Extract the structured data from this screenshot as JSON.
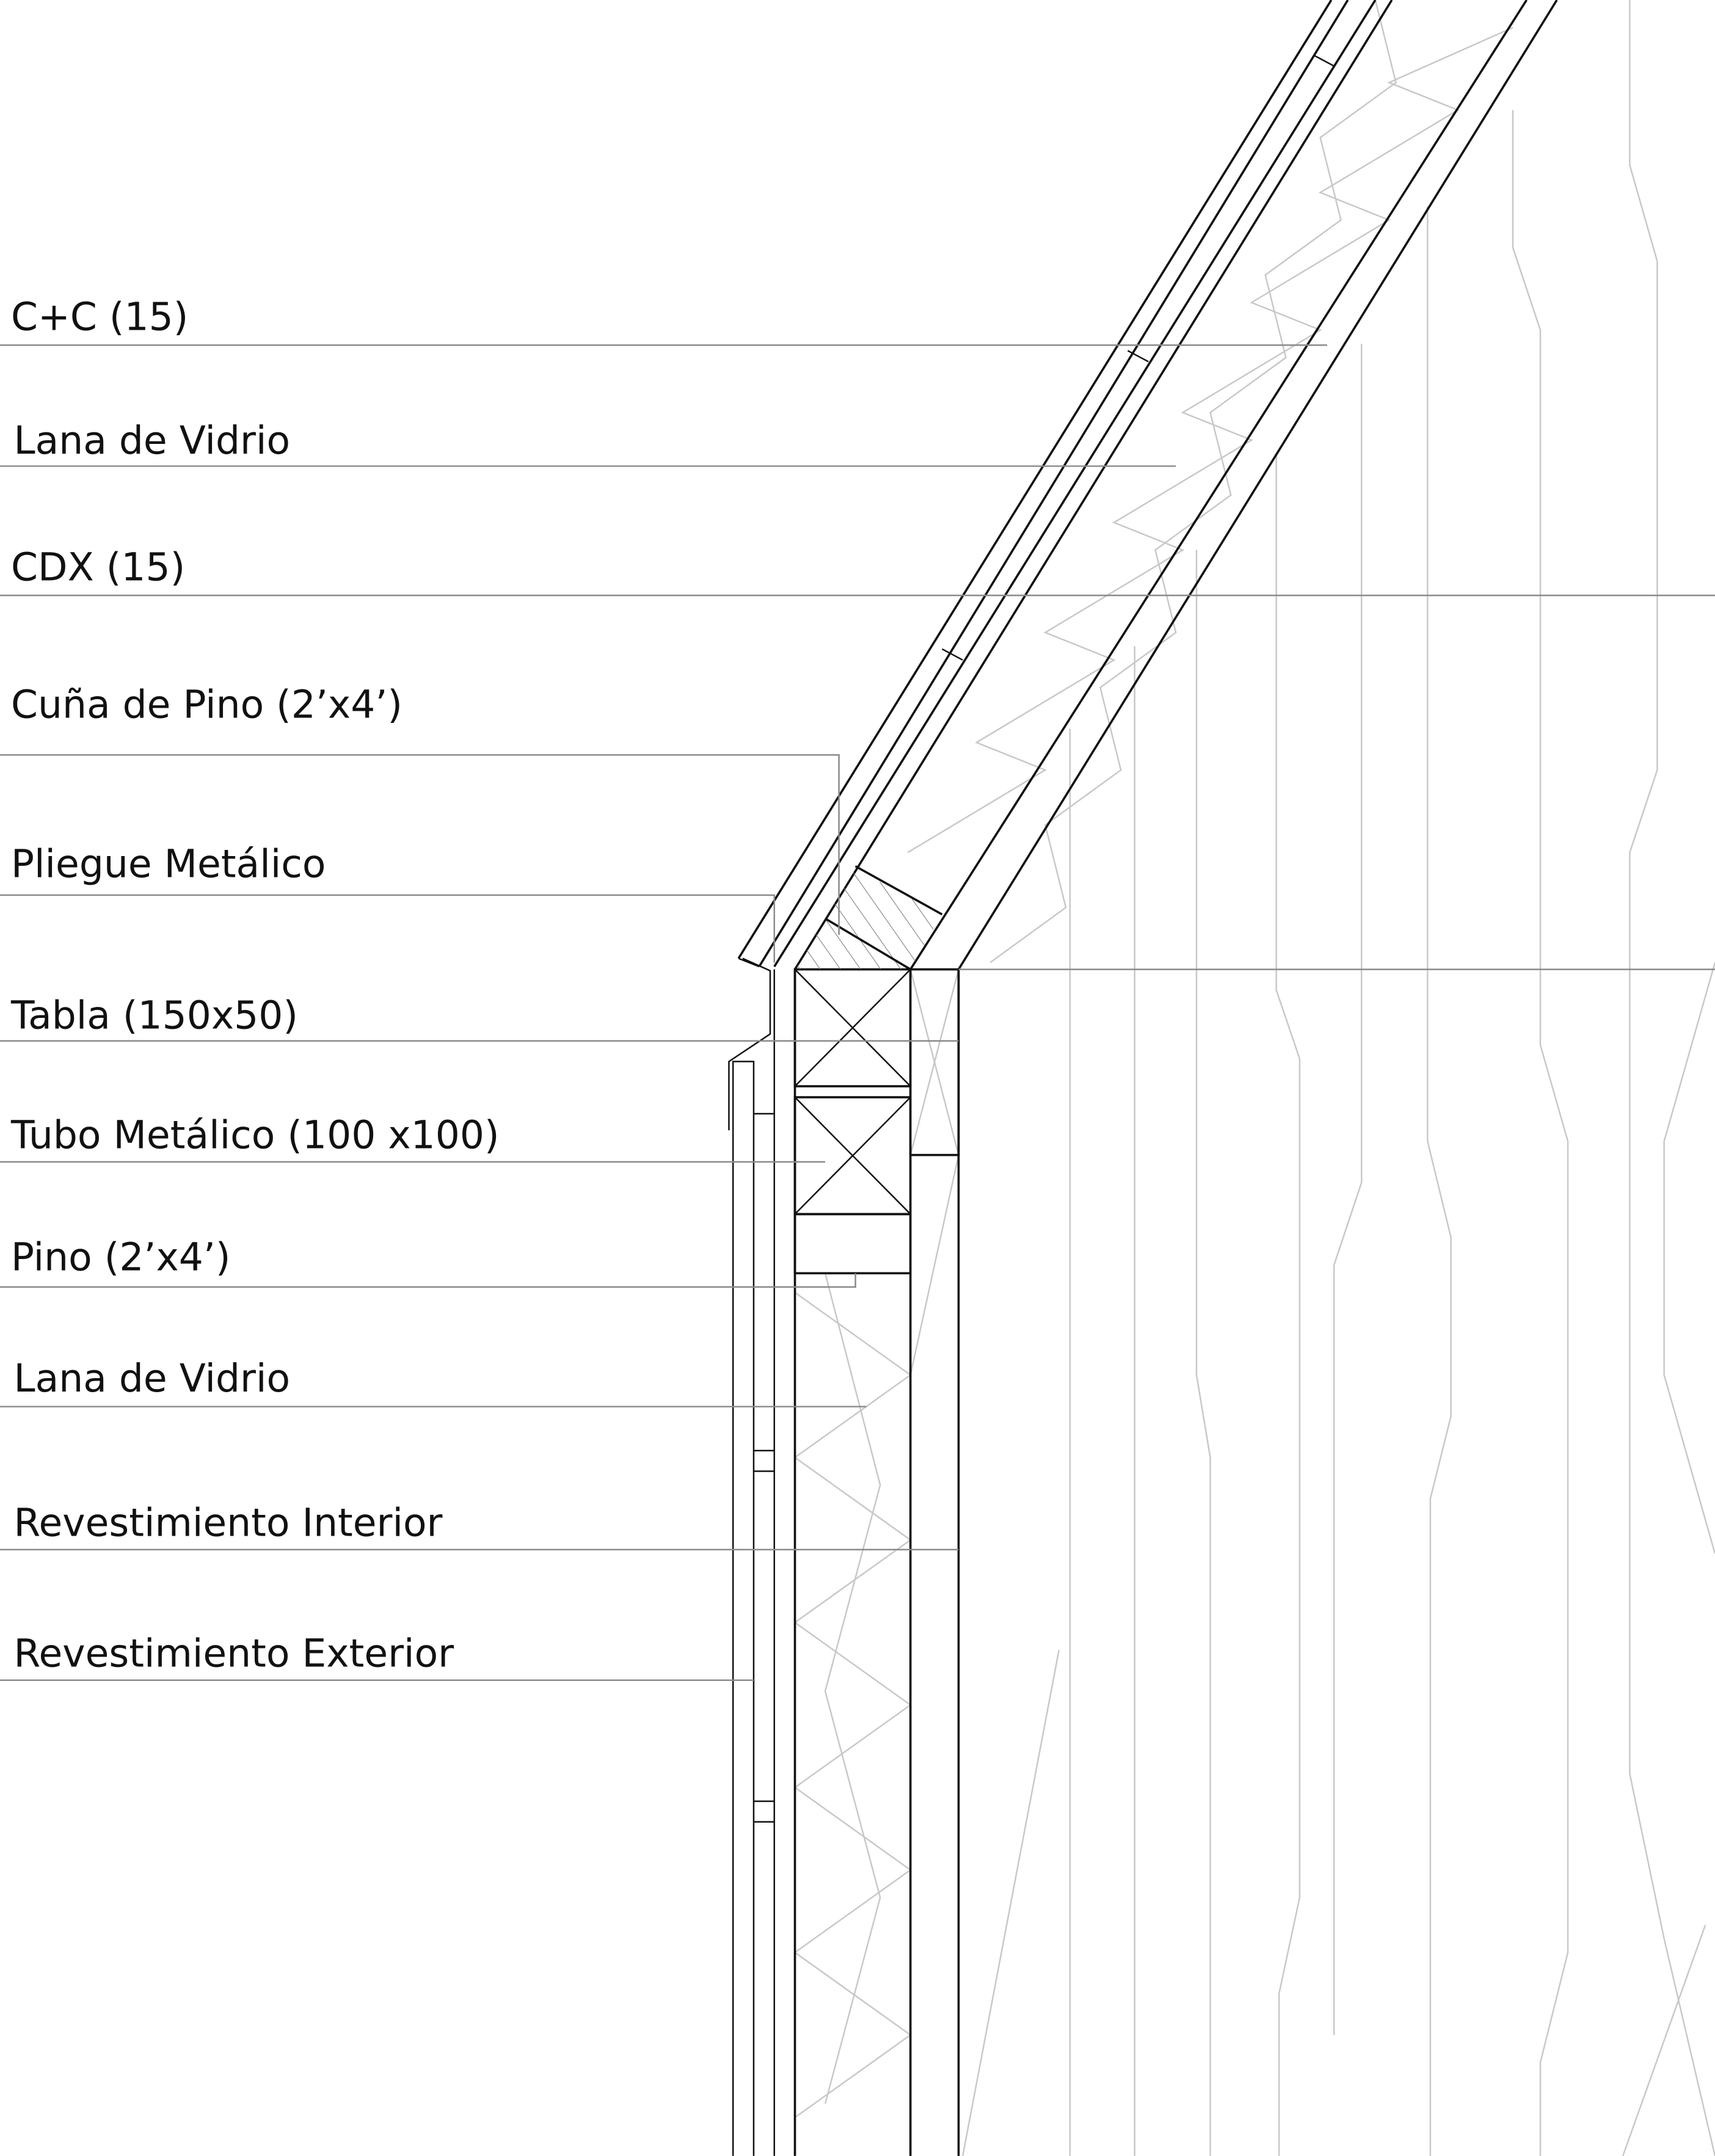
{
  "labels": [
    "C+C (15)",
    "Lana de Vidrio",
    "CDX (15)",
    "Cuña de Pino (2’x4’)",
    "Pliegue Metálico",
    "Tabla (150x50)",
    "Tubo Metálico (100 x100)",
    "Pino (2’x4’)",
    "Lana de Vidrio",
    "Revestimiento Interior",
    "Revestimiento Exterior"
  ]
}
